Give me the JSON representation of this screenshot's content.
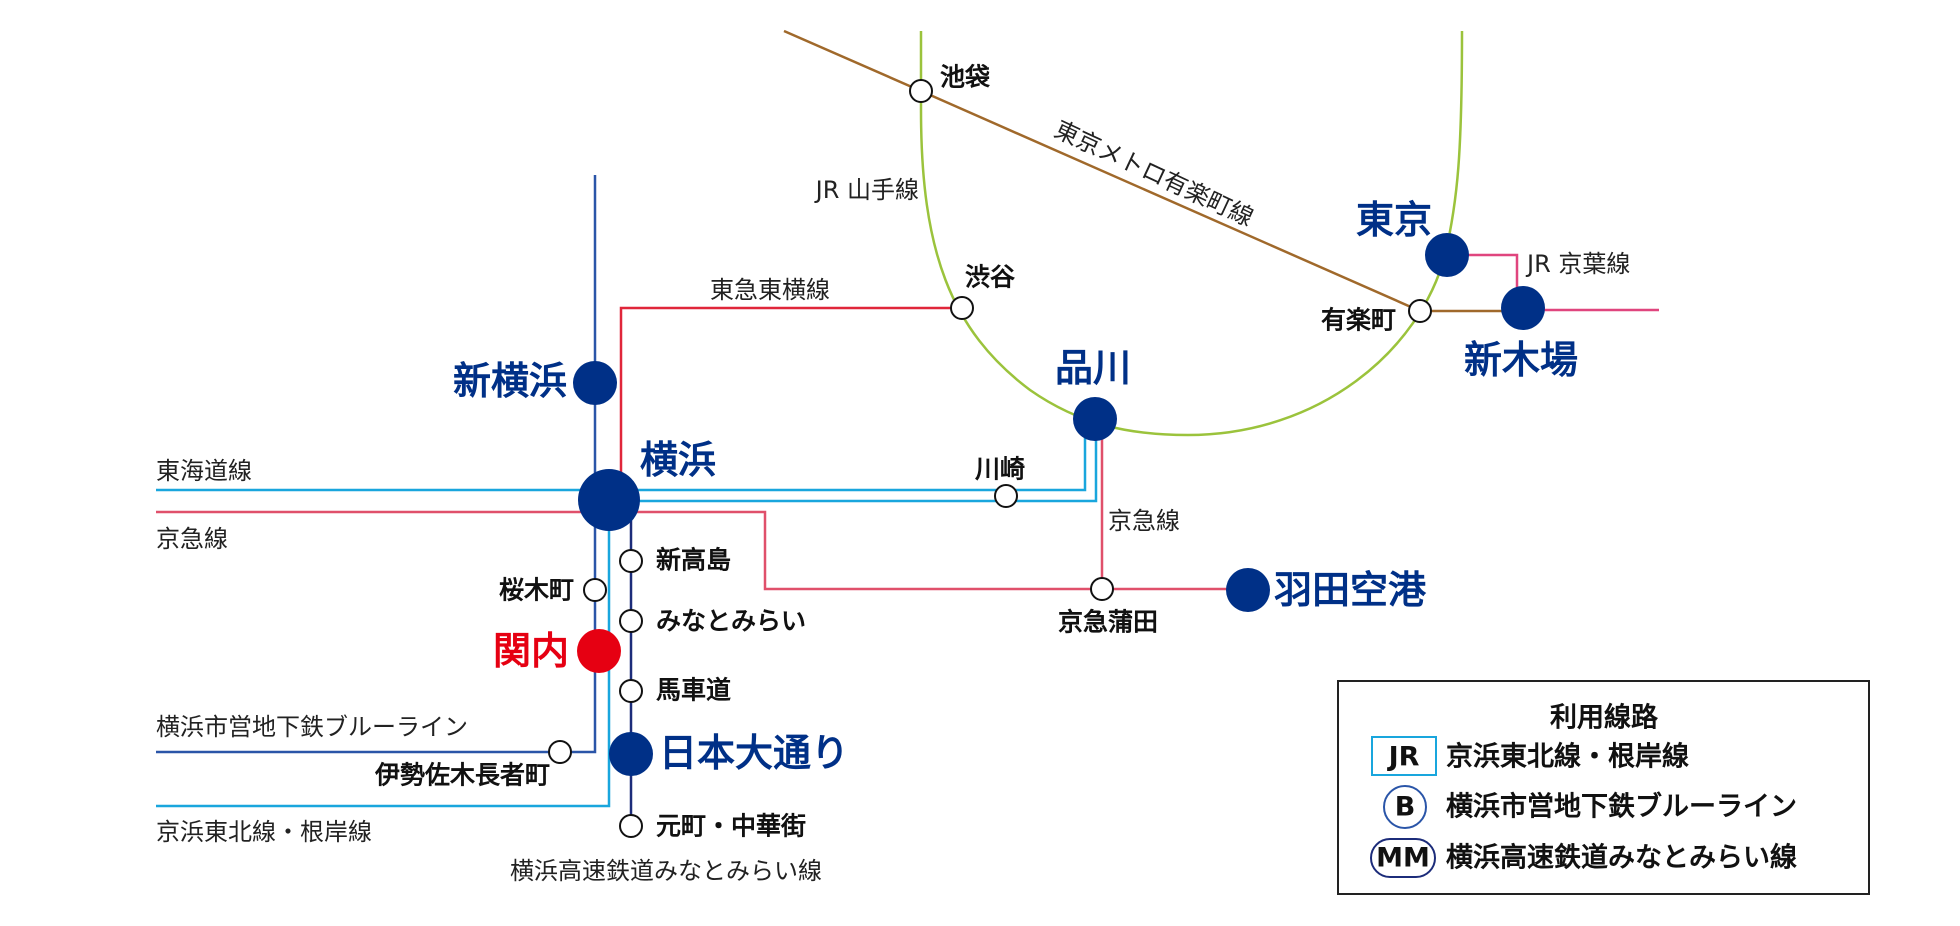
{
  "colors": {
    "major_station": "#003087",
    "highlight_station": "#e60012",
    "keihin_tohoku": "#19a6dd",
    "blue_line": "#2a55a8",
    "minatomirai": "#1c2c7a",
    "tokyu": "#e0263a",
    "keikyu": "#e0506b",
    "yamanote": "#9bc33c",
    "yurakucho": "#a0692b",
    "keiyo": "#e0457e"
  },
  "lines": {
    "yamanote": "JR 山手線",
    "yurakucho": "東京メトロ有楽町線",
    "keiyo": "JR 京葉線",
    "tokyu": "東急東横線",
    "tokaido": "東海道線",
    "keikyu_west": "京急線",
    "keikyu_airport": "京急線",
    "blue_line": "横浜市営地下鉄ブルーライン",
    "keihin_tohoku": "京浜東北線・根岸線",
    "minatomirai": "横浜高速鉄道みなとみらい線"
  },
  "stations": {
    "ikebukuro": "池袋",
    "tokyo": "東京",
    "yurakucho": "有楽町",
    "shinkiba": "新木場",
    "shibuya": "渋谷",
    "shinagawa": "品川",
    "shin_yokohama": "新横浜",
    "yokohama": "横浜",
    "kawasaki": "川崎",
    "keikyu_kamata": "京急蒲田",
    "haneda": "羽田空港",
    "shin_takashima": "新高島",
    "sakuragicho": "桜木町",
    "minatomirai": "みなとみらい",
    "kannai": "関内",
    "bashamichi": "馬車道",
    "isezakichojamachi": "伊勢佐木長者町",
    "nihon_odori": "日本大通り",
    "motomachi": "元町・中華街"
  },
  "legend": {
    "title": "利用線路",
    "items": [
      {
        "badge": "JR",
        "label": "京浜東北線・根岸線"
      },
      {
        "badge": "B",
        "label": "横浜市営地下鉄ブルーライン"
      },
      {
        "badge": "MM",
        "label": "横浜高速鉄道みなとみらい線"
      }
    ]
  }
}
